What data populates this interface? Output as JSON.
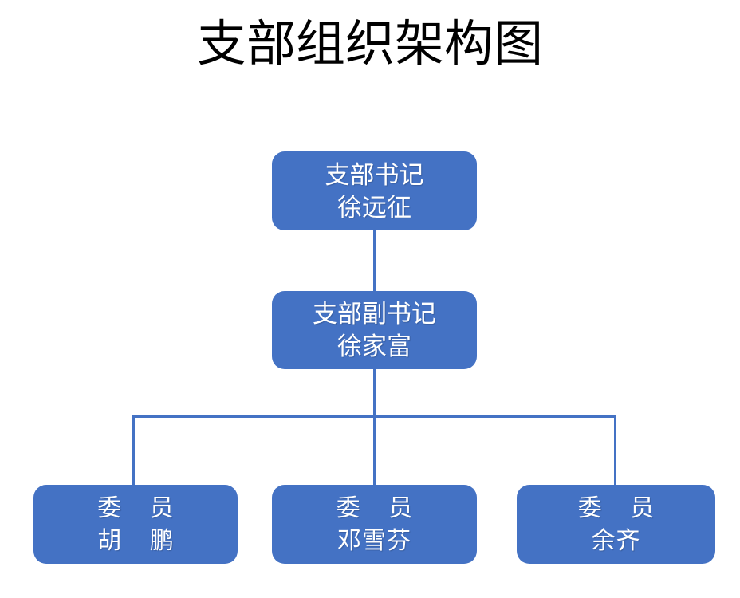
{
  "page": {
    "title": "支部组织架构图",
    "background_color": "#FFFFFF",
    "title_color": "#000000"
  },
  "theme": {
    "node_fill": "#4472C4",
    "node_text_color": "#FFFFFF",
    "connector_color": "#4472C4"
  },
  "org_chart": {
    "nodes": [
      {
        "id": "secretary",
        "role": "支部书记",
        "name": "徐远征",
        "level": 1
      },
      {
        "id": "deputy",
        "role": "支部副书记",
        "name": "徐家富",
        "level": 2
      },
      {
        "id": "member-1",
        "role": "委 员",
        "name": "胡 鹏",
        "level": 3
      },
      {
        "id": "member-2",
        "role": "委 员",
        "name": "邓雪芬",
        "level": 3
      },
      {
        "id": "member-3",
        "role": "委 员",
        "name": "余齐",
        "level": 3
      }
    ]
  }
}
